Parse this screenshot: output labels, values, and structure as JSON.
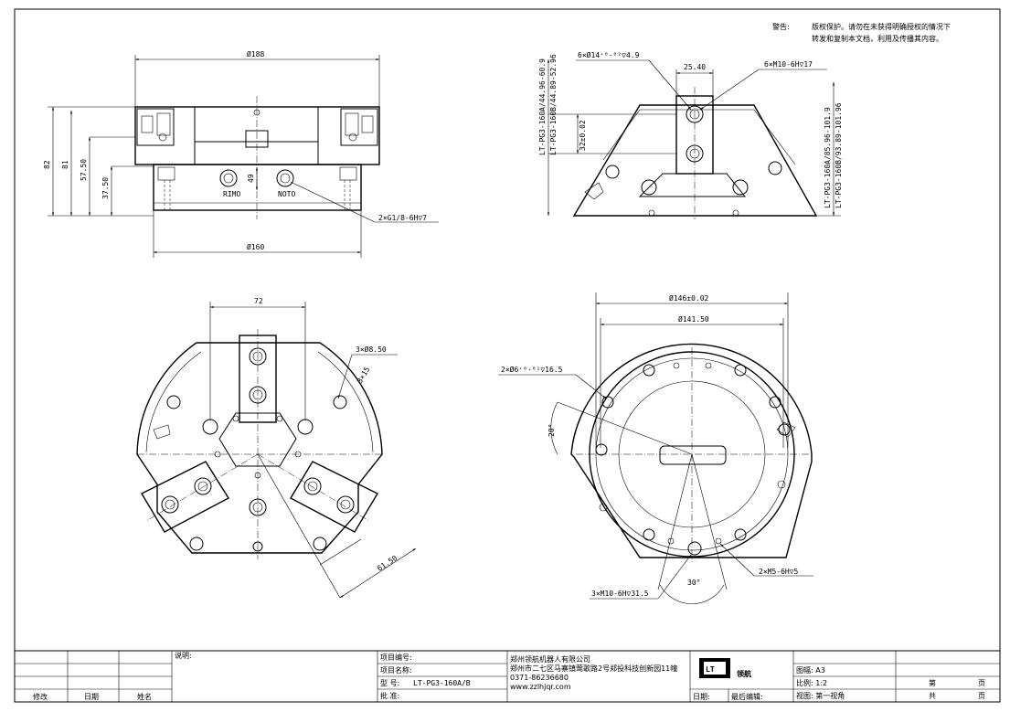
{
  "warning": {
    "label": "警告:",
    "line1": "版权保护。请勿在未获得明确授权的情况下",
    "line2": "转发和复制本文档，利用及传播其内容。"
  },
  "front_view": {
    "dim_top": "Ø188",
    "dim_bottom": "Ø160",
    "dim_h82": "82",
    "dim_h81": "81",
    "dim_h57": "57.50",
    "dim_h37": "37.50",
    "dim_49": "49",
    "port_a": "RIMO",
    "port_b": "NOTO",
    "port_note": "2×G1/8-6H▽7"
  },
  "side_view": {
    "hole_note": "6×Ø14⁺⁰·⁰²▽4.9",
    "dim_2540": "25.40",
    "thread_note": "6×M10-6H▽17",
    "jaw_stroke_1": "LT-PG3-160A/44.96-60.9",
    "jaw_stroke_2": "LT-PG3-160B/44.89-52.96",
    "dim_32": "32±0.02",
    "jaw_stroke_3": "LT-PG3-160A/85.96-101.9",
    "jaw_stroke_4": "LT-PG3-160B/93.89-101.96"
  },
  "top_view": {
    "dim_72": "72",
    "hole_note": "3×Ø8.50",
    "dim_3x15": "3×15",
    "dim_6150": "61.50"
  },
  "bottom_view": {
    "dim_146": "Ø146±0.02",
    "dim_141": "Ø141.50",
    "pin_note": "2×Ø6⁺⁰·⁰¹▽16.5",
    "dim_20": "20°",
    "dim_30": "30°",
    "m5_note": "2×M5-6H▽5",
    "m10_note": "3×M10-6H▽31.5"
  },
  "title_block": {
    "rev_col1": "修改",
    "rev_col2": "日期",
    "rev_col3": "姓名",
    "notes_label": "说明:",
    "project_no_label": "项目编号:",
    "project_name_label": "项目名称:",
    "model_label": "型    号:",
    "model_value": "LT-PG3-160A/B",
    "approve_label": "批    准:",
    "company_name": "郑州领航机器人有限公司",
    "company_address": "郑州市二七区马寨镇莺歌路2号郑投科技创新园11幢",
    "company_phone": "0371-86236680",
    "company_web": "www.zzlhjqr.com",
    "logo_mark": "LT",
    "logo_text": "领航",
    "date_label": "日期:",
    "last_edit_label": "最后编辑:",
    "sheet_size_label": "图幅: A3",
    "scale_label": "比例: 1:2",
    "view_label": "视图: 第一视角",
    "page_label": "第",
    "page_unit": "页",
    "total_label": "共",
    "total_unit": "页"
  }
}
